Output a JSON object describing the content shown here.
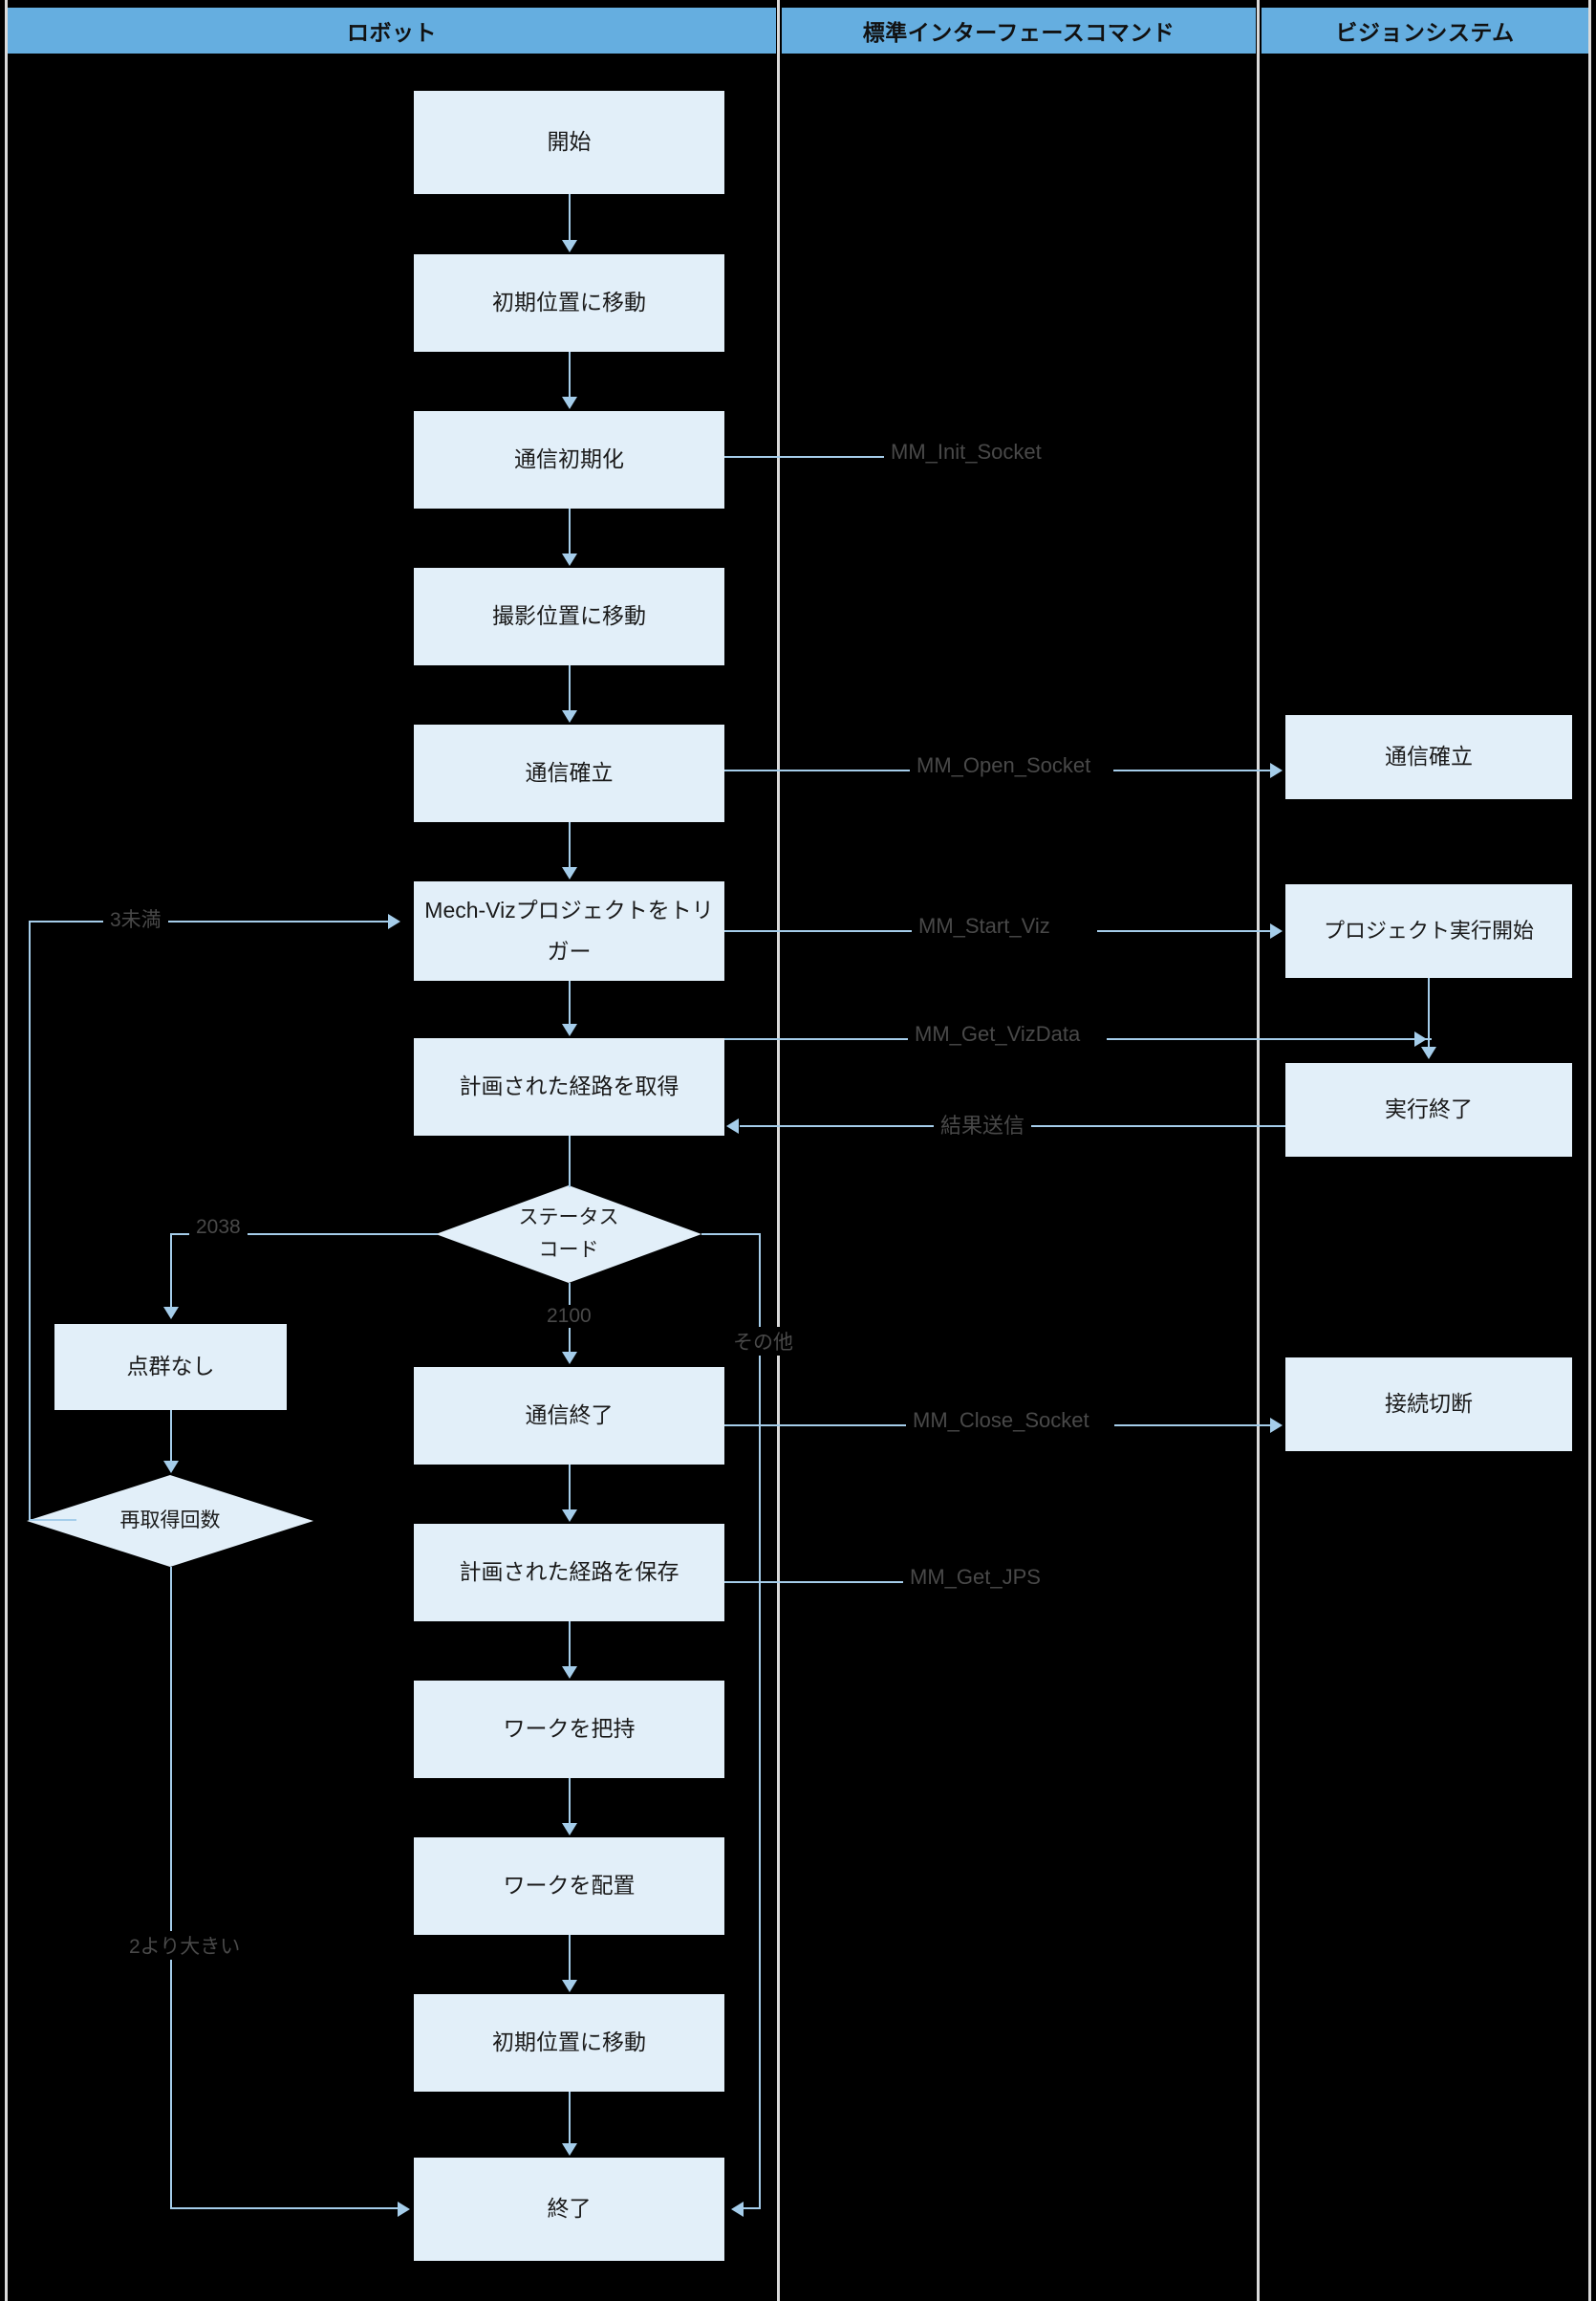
{
  "lanes": [
    {
      "id": "robot",
      "label": "ロボット"
    },
    {
      "id": "command",
      "label": "標準インターフェースコマンド"
    },
    {
      "id": "vision",
      "label": "ビジョンシステム"
    }
  ],
  "colors": {
    "lane_header_bg": "#65aee0",
    "lane_divider": "#d9d9d9",
    "node_fill": "#e2eff9",
    "connector": "#a5cdea",
    "node_text": "#1a1a1a",
    "label_text": "#494949",
    "canvas_bg": "#000000"
  },
  "robot_nodes": [
    {
      "id": "start",
      "label": "開始"
    },
    {
      "id": "move-home-1",
      "label": "初期位置に移動"
    },
    {
      "id": "init-comm",
      "label": "通信初期化"
    },
    {
      "id": "move-capture",
      "label": "撮影位置に移動"
    },
    {
      "id": "open-comm",
      "label": "通信確立"
    },
    {
      "id": "trigger-viz",
      "label": "Mech-Vizプロジェクトをトリガー"
    },
    {
      "id": "get-path",
      "label": "計画された経路を取得"
    },
    {
      "id": "close-comm",
      "label": "通信終了"
    },
    {
      "id": "save-path",
      "label": "計画された経路を保存"
    },
    {
      "id": "pick-work",
      "label": "ワークを把持"
    },
    {
      "id": "place-work",
      "label": "ワークを配置"
    },
    {
      "id": "move-home-2",
      "label": "初期位置に移動"
    },
    {
      "id": "end",
      "label": "終了"
    },
    {
      "id": "no-cloud",
      "label": "点群なし"
    }
  ],
  "robot_decisions": [
    {
      "id": "status-code",
      "label": "ステータスコード"
    },
    {
      "id": "retry-count",
      "label": "再取得回数"
    }
  ],
  "vision_nodes": [
    {
      "id": "v-open-comm",
      "label": "通信確立"
    },
    {
      "id": "v-project-run",
      "label": "プロジェクト実行開始"
    },
    {
      "id": "v-run-end",
      "label": "実行終了"
    },
    {
      "id": "v-disconnect",
      "label": "接続切断"
    }
  ],
  "commands": [
    {
      "id": "mm-init-socket",
      "label": "MM_Init_Socket"
    },
    {
      "id": "mm-open-socket",
      "label": "MM_Open_Socket"
    },
    {
      "id": "mm-start-viz",
      "label": "MM_Start_Viz"
    },
    {
      "id": "mm-get-vizdata",
      "label": "MM_Get_VizData"
    },
    {
      "id": "mm-send-result",
      "label": "結果送信"
    },
    {
      "id": "mm-close-socket",
      "label": "MM_Close_Socket"
    },
    {
      "id": "mm-get-jps",
      "label": "MM_Get_JPS"
    }
  ],
  "edge_labels": [
    {
      "id": "less-than-3",
      "label": "3未満"
    },
    {
      "id": "code-2038",
      "label": "2038"
    },
    {
      "id": "code-2100",
      "label": "2100"
    },
    {
      "id": "other",
      "label": "その他"
    },
    {
      "id": "greater-than-2",
      "label": "2より大きい"
    }
  ]
}
